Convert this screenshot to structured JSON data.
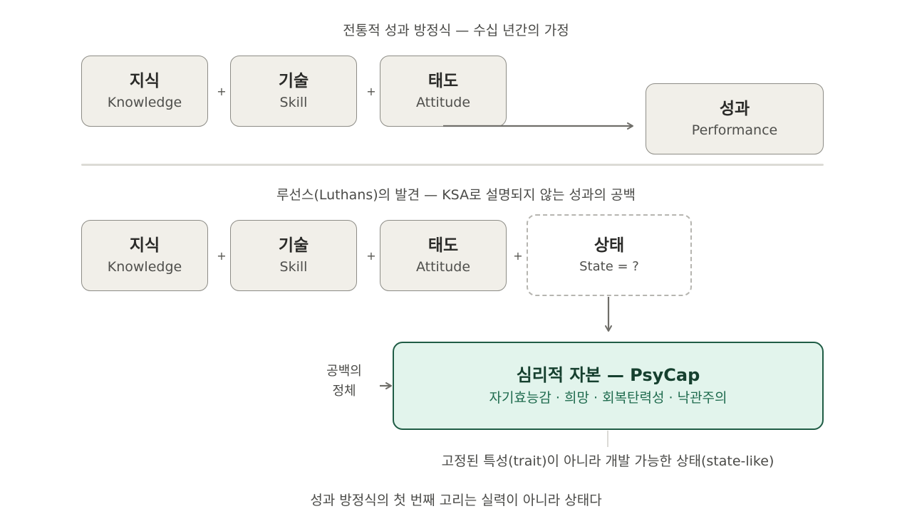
{
  "top_section": {
    "caption": "전통적 성과 방정식 — 수십 년간의 가정",
    "boxes": [
      {
        "title": "지식",
        "subtitle": "Knowledge"
      },
      {
        "title": "기술",
        "subtitle": "Skill"
      },
      {
        "title": "태도",
        "subtitle": "Attitude"
      }
    ],
    "plus": "+",
    "result": {
      "title": "성과",
      "subtitle": "Performance"
    }
  },
  "bottom_section": {
    "caption": "루선스(Luthans)의 발견 — KSA로 설명되지 않는 성과의 공백",
    "boxes": [
      {
        "title": "지식",
        "subtitle": "Knowledge"
      },
      {
        "title": "기술",
        "subtitle": "Skill"
      },
      {
        "title": "태도",
        "subtitle": "Attitude"
      }
    ],
    "plus": "+",
    "state_box": {
      "title": "상태",
      "subtitle": "State = ?"
    },
    "gap_label": {
      "line1": "공백의",
      "line2": "정체"
    },
    "psycap": {
      "title": "심리적 자본 — PsyCap",
      "components": "자기효능감 · 희망 · 회복탄력성 · 낙관주의"
    },
    "note": "고정된 특성(trait)이 아니라 개발 가능한 상태(state-like)"
  },
  "footer": "성과 방정식의 첫 번째 고리는 실력이 아니라 상태다"
}
